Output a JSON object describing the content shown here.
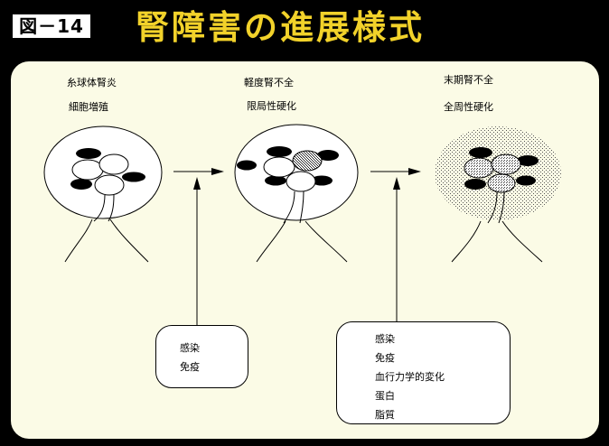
{
  "header": {
    "figure_label": "図－14",
    "title": "腎障害の進展様式"
  },
  "stages": [
    {
      "name": "糸球体腎炎",
      "detail": "細胞増殖"
    },
    {
      "name": "軽度腎不全",
      "detail": "限局性硬化"
    },
    {
      "name": "末期腎不全",
      "detail": "全周性硬化"
    }
  ],
  "factor_boxes": [
    {
      "items": [
        "感染",
        "免疫"
      ]
    },
    {
      "items": [
        "感染",
        "免疫",
        "血行力学的変化",
        "蛋白",
        "脂質"
      ]
    }
  ],
  "colors": {
    "background": "#000000",
    "panel": "#fbfbe6",
    "title": "#f2d22a",
    "badge": "#ffffff"
  }
}
